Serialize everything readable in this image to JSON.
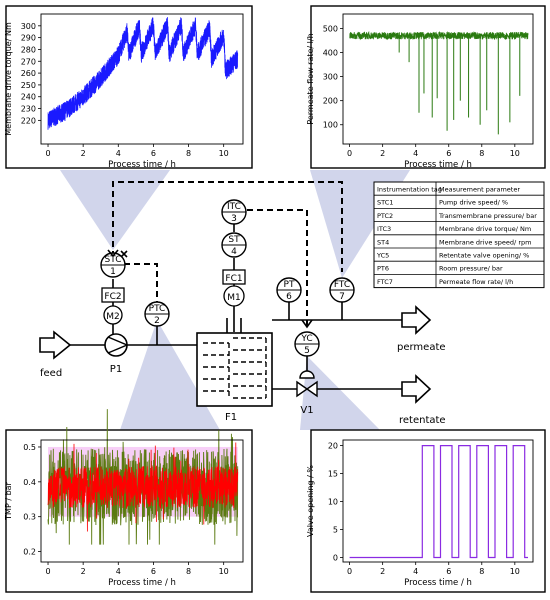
{
  "colors": {
    "callout": "#c9cee8",
    "torque": "#1a1aff",
    "flow": "#2a7a10",
    "tmp_green": "#5a7a10",
    "tmp_red": "#ff0000",
    "tmp_band": "#f0a0f0",
    "valve": "#8a2be2"
  },
  "process": {
    "feed": "feed",
    "permeate": "permeate",
    "retentate": "retentate",
    "pump": "P1",
    "filter": "F1",
    "valve": "V1"
  },
  "instruments": [
    {
      "id": "stc1",
      "top": "STC",
      "bottom": "1"
    },
    {
      "id": "ptc2",
      "top": "PTC",
      "bottom": "2"
    },
    {
      "id": "itc3",
      "top": "ITC",
      "bottom": "3"
    },
    {
      "id": "st4",
      "top": "ST",
      "bottom": "4"
    },
    {
      "id": "pt6",
      "top": "PT",
      "bottom": "6"
    },
    {
      "id": "yc5",
      "top": "YC",
      "bottom": "5"
    },
    {
      "id": "ftc7",
      "top": "FTC",
      "bottom": "7"
    }
  ],
  "motors": {
    "m1": "M1",
    "m2": "M2",
    "fc1": "FC1",
    "fc2": "FC2"
  },
  "legend_table": {
    "header": [
      "Instrumentation tag",
      "Measurement parameter"
    ],
    "rows": [
      [
        "STC1",
        "Pump drive speed/ %"
      ],
      [
        "PTC2",
        "Transmembrane pressure/ bar"
      ],
      [
        "ITC3",
        "Membrane drive torque/ Nm"
      ],
      [
        "ST4",
        "Membrane drive speed/ rpm"
      ],
      [
        "YC5",
        "Retentate valve opening/ %"
      ],
      [
        "PT6",
        "Room pressure/ bar"
      ],
      [
        "FTC7",
        "Permeate flow rate/ l/h"
      ]
    ]
  },
  "chart_data": [
    {
      "id": "torque",
      "type": "line",
      "xlabel": "Process time / h",
      "ylabel": "Membrane drive torque/ Nm",
      "xlim": [
        -0.4,
        11.1
      ],
      "ylim": [
        200,
        310
      ],
      "xticks": [
        0,
        2,
        4,
        6,
        8,
        10
      ],
      "yticks": [
        220,
        230,
        240,
        250,
        260,
        270,
        280,
        290,
        300
      ],
      "series": [
        {
          "x": [
            0,
            1,
            2,
            3,
            4,
            4.5,
            4.6,
            5.2,
            5.3,
            6.0,
            6.1,
            6.8,
            6.9,
            7.6,
            7.7,
            8.4,
            8.5,
            9.2,
            9.3,
            10.0,
            10.1,
            10.8
          ],
          "y": [
            220,
            228,
            240,
            256,
            275,
            295,
            276,
            300,
            276,
            301,
            276,
            301,
            276,
            301,
            276,
            301,
            276,
            298,
            272,
            292,
            262,
            272
          ]
        }
      ]
    },
    {
      "id": "flow",
      "type": "line",
      "xlabel": "Process time / h",
      "ylabel": "Permeate flow rate/ l/h",
      "xlim": [
        -0.4,
        11.1
      ],
      "ylim": [
        20,
        560
      ],
      "xticks": [
        0,
        2,
        4,
        6,
        8,
        10
      ],
      "yticks": [
        100,
        200,
        300,
        400,
        500
      ],
      "series": [
        {
          "x": [
            0,
            10.8
          ],
          "y": [
            470,
            470
          ]
        }
      ],
      "dips": [
        {
          "x": 3.0,
          "y": 400
        },
        {
          "x": 3.6,
          "y": 360
        },
        {
          "x": 4.2,
          "y": 150
        },
        {
          "x": 4.5,
          "y": 230
        },
        {
          "x": 5.0,
          "y": 130
        },
        {
          "x": 5.3,
          "y": 210
        },
        {
          "x": 5.9,
          "y": 75
        },
        {
          "x": 6.3,
          "y": 120
        },
        {
          "x": 6.7,
          "y": 200
        },
        {
          "x": 7.2,
          "y": 130
        },
        {
          "x": 7.9,
          "y": 100
        },
        {
          "x": 8.3,
          "y": 160
        },
        {
          "x": 9.0,
          "y": 60
        },
        {
          "x": 9.7,
          "y": 110
        },
        {
          "x": 10.3,
          "y": 220
        }
      ]
    },
    {
      "id": "tmp",
      "type": "line",
      "xlabel": "Process time / h",
      "ylabel": "TMP / bar",
      "xlim": [
        -0.4,
        11.1
      ],
      "ylim": [
        0.17,
        0.52
      ],
      "xticks": [
        0,
        2,
        4,
        6,
        8,
        10
      ],
      "yticks": [
        0.2,
        0.3,
        0.4,
        0.5
      ],
      "series": [
        {
          "x": [
            0,
            10.8
          ],
          "y": [
            0.385,
            0.385
          ]
        }
      ]
    },
    {
      "id": "valve",
      "type": "line",
      "xlabel": "Process time / h",
      "ylabel": "Valve opening / %",
      "xlim": [
        -0.4,
        11.1
      ],
      "ylim": [
        -0.8,
        21
      ],
      "xticks": [
        0,
        2,
        4,
        6,
        8,
        10
      ],
      "yticks": [
        0,
        5,
        10,
        15,
        20
      ],
      "series": [
        {
          "x": [
            0,
            4.4,
            4.4,
            5.1,
            5.1,
            5.5,
            5.5,
            6.2,
            6.2,
            6.6,
            6.6,
            7.3,
            7.3,
            7.7,
            7.7,
            8.4,
            8.4,
            8.8,
            8.8,
            9.5,
            9.5,
            9.9,
            9.9,
            10.6,
            10.6,
            10.8
          ],
          "y": [
            0,
            0,
            20,
            20,
            0,
            0,
            20,
            20,
            0,
            0,
            20,
            20,
            0,
            0,
            20,
            20,
            0,
            0,
            20,
            20,
            0,
            0,
            20,
            20,
            0,
            0
          ]
        }
      ]
    }
  ]
}
